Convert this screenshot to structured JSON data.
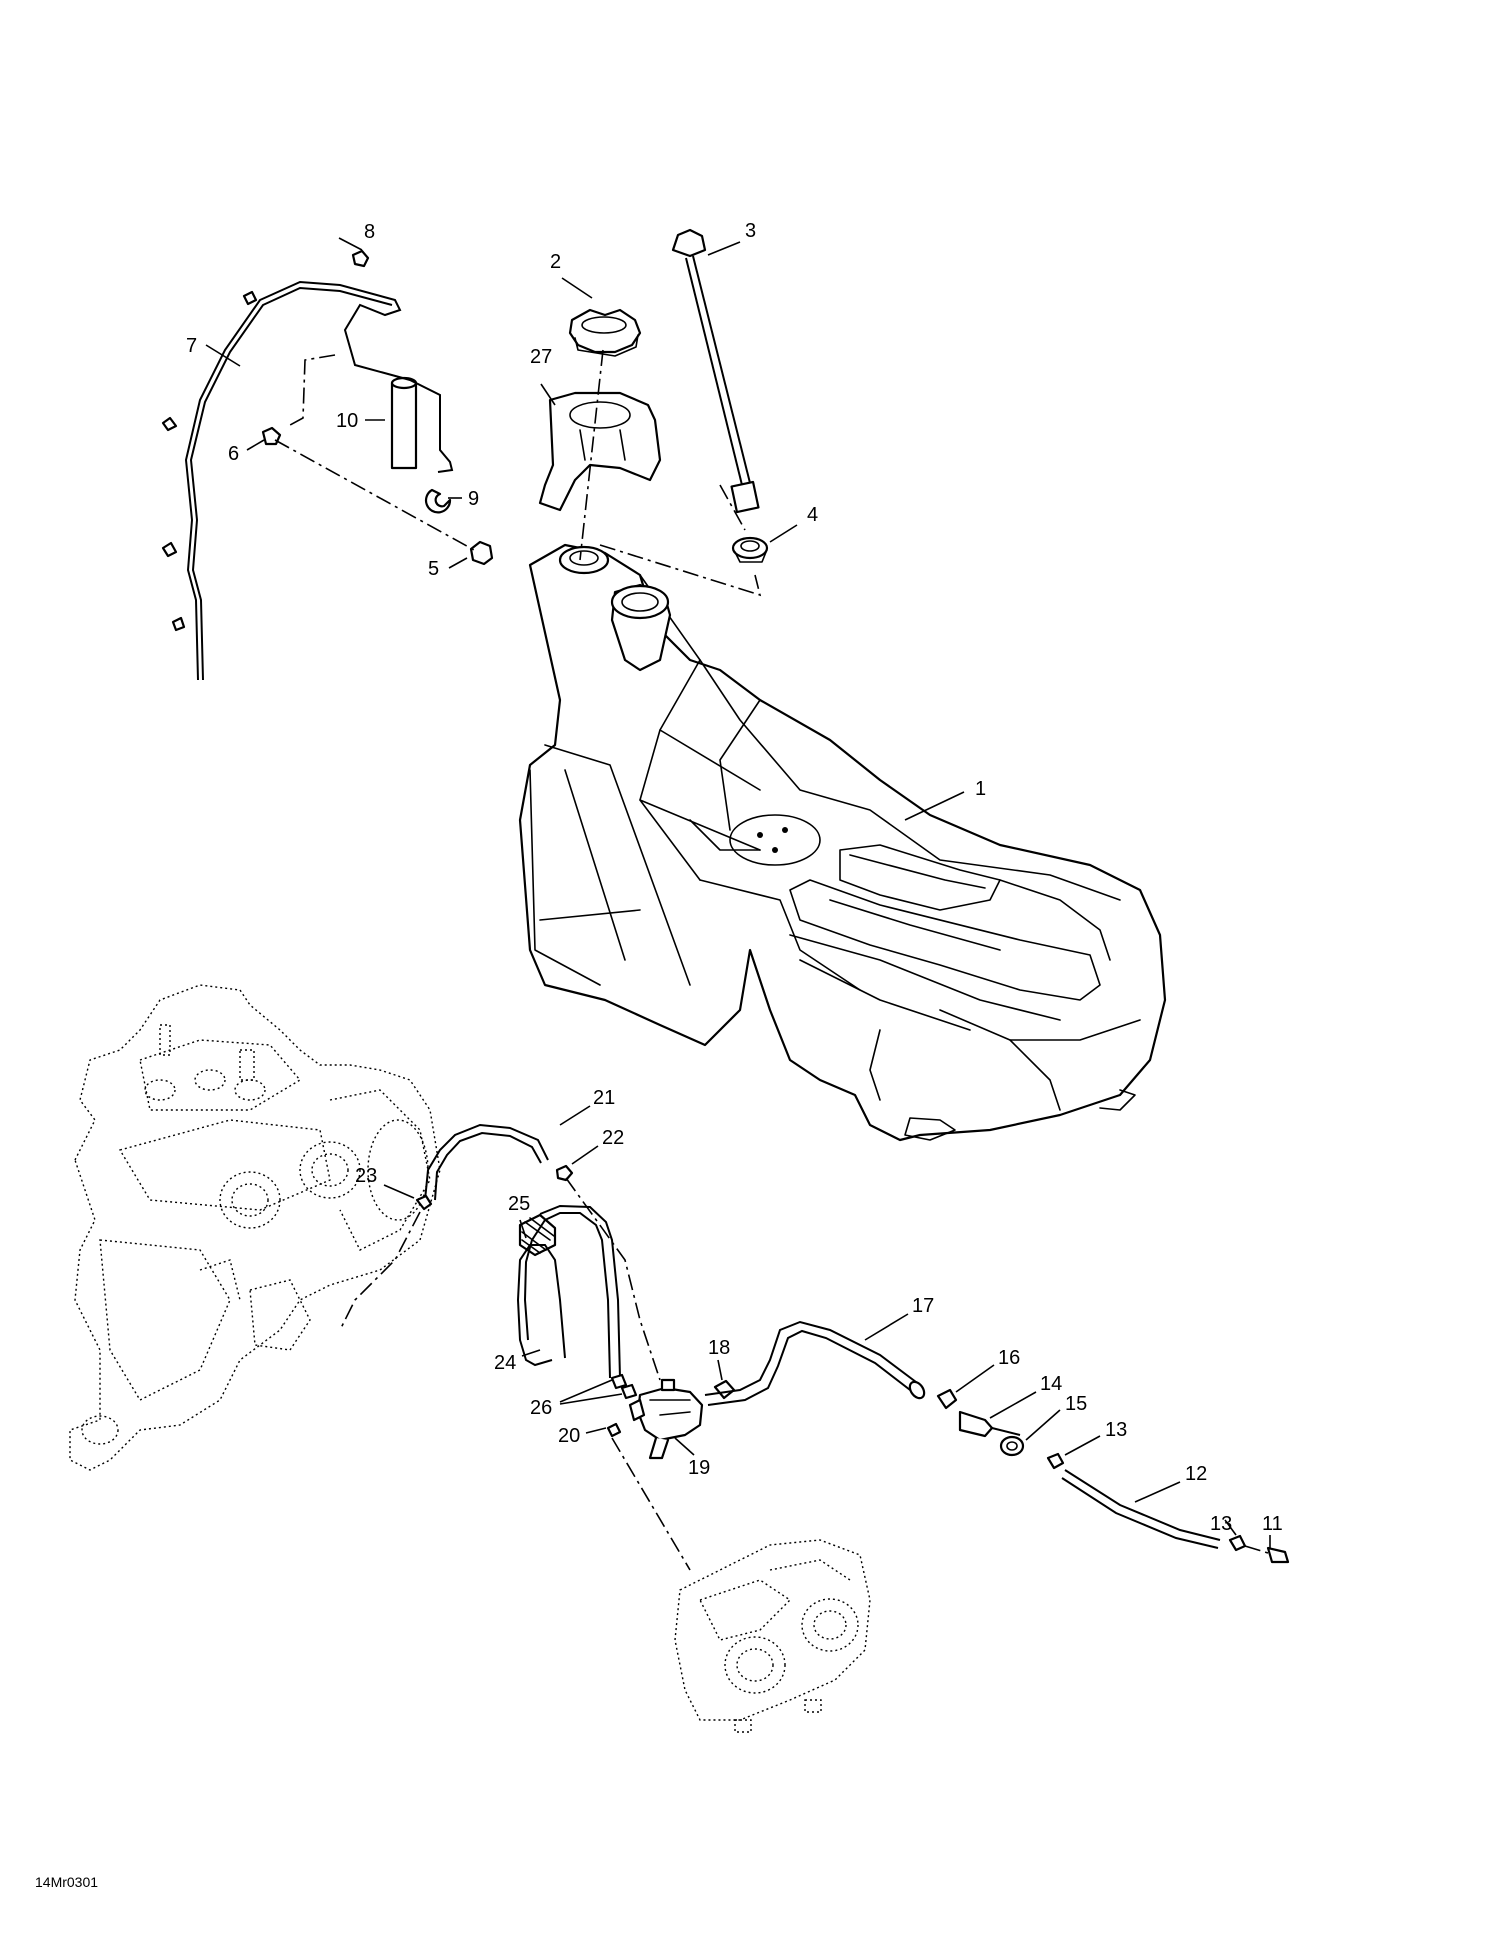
{
  "drawing_code": "14Mr0301",
  "callouts": {
    "c1": "1",
    "c2": "2",
    "c3": "3",
    "c4": "4",
    "c5": "5",
    "c6": "6",
    "c7": "7",
    "c8": "8",
    "c9": "9",
    "c10": "10",
    "c11": "11",
    "c12": "12",
    "c13a": "13",
    "c13b": "13",
    "c14": "14",
    "c15": "15",
    "c16": "16",
    "c17": "17",
    "c18": "18",
    "c19": "19",
    "c20": "20",
    "c21": "21",
    "c22": "22",
    "c23": "23",
    "c24": "24",
    "c25": "25",
    "c26": "26",
    "c27": "27"
  }
}
